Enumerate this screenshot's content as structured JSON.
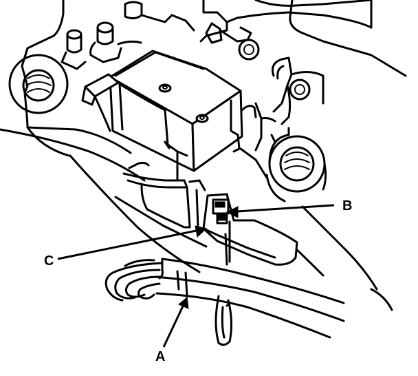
{
  "callouts": {
    "a": {
      "label": "A"
    },
    "b": {
      "label": "B"
    },
    "c": {
      "label": "C"
    }
  },
  "colors": {
    "ink": "#000000",
    "paper": "#ffffff"
  }
}
